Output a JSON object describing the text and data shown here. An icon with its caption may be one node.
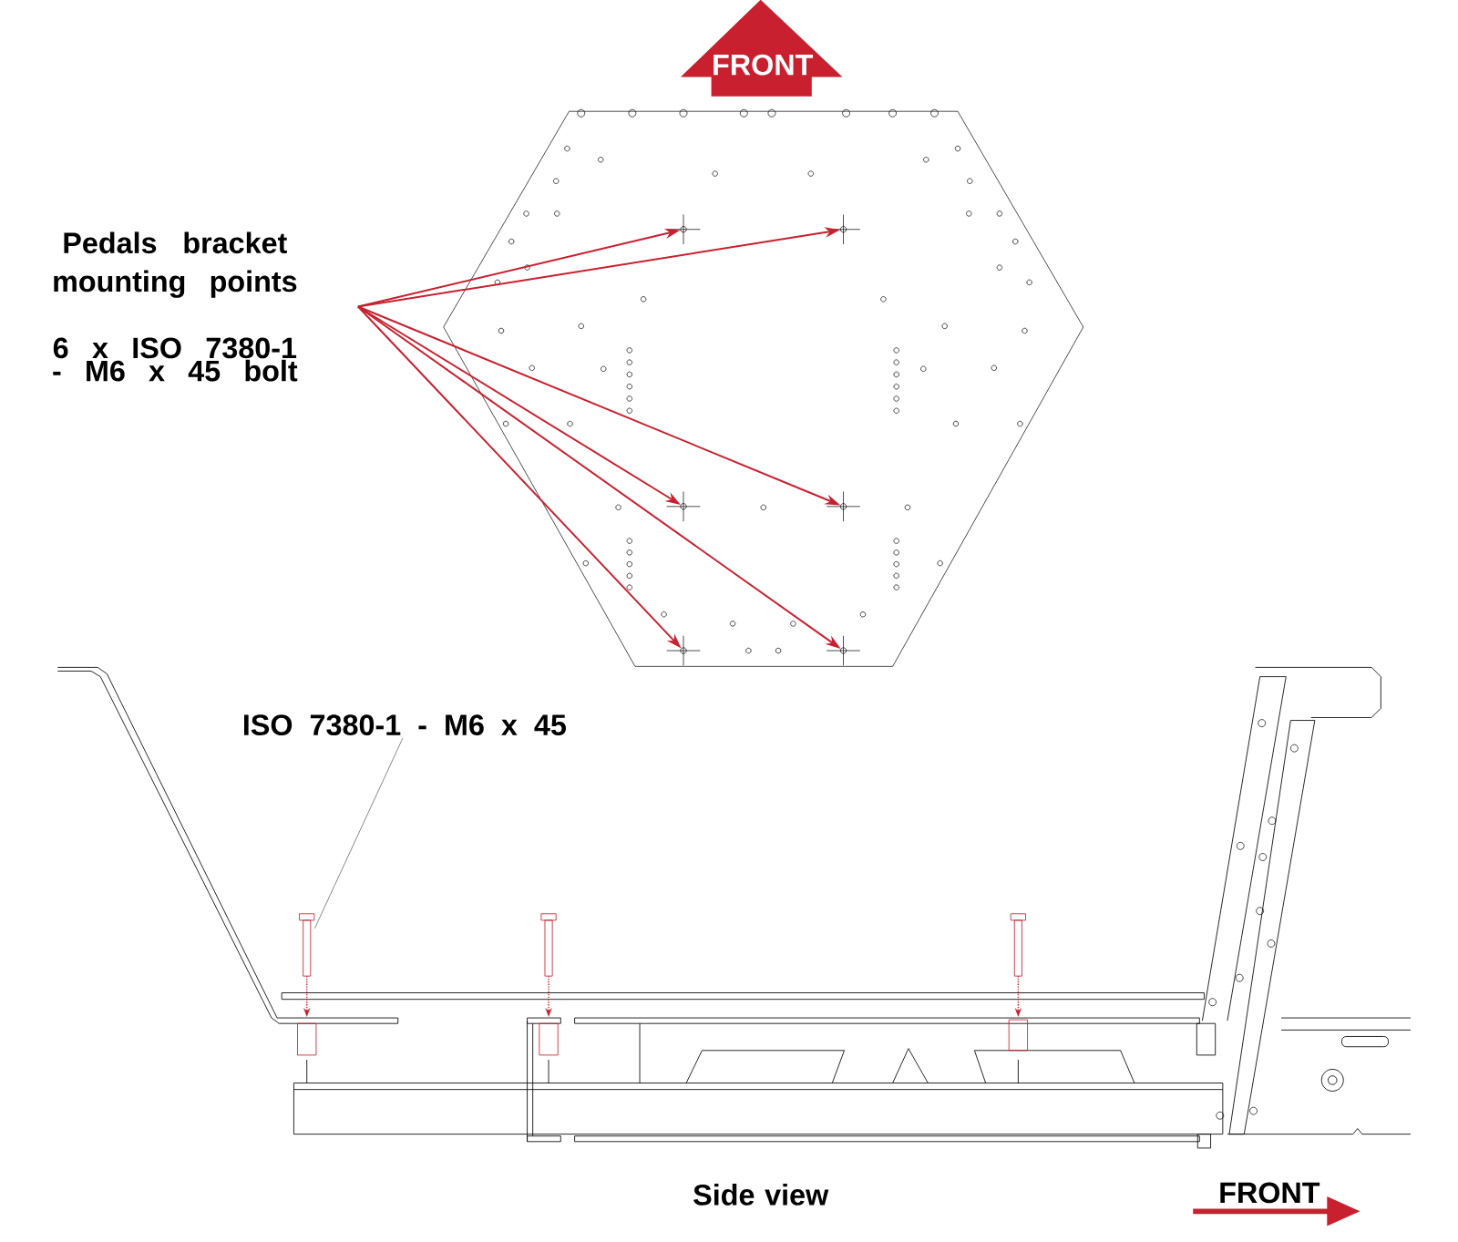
{
  "diagram": {
    "nodes": [
      {
        "text": [
          "Pedals bracket mounting points",
          "6 x ISO 7380-1 - M6 x 45 bolt"
        ]
      },
      {
        "text": [],
        "shape": "circle"
      },
      {
        "text": [],
        "shape": "circle"
      },
      {
        "text": [],
        "shape": "circle"
      },
      {
        "text": [],
        "shape": "circle"
      },
      {
        "text": [],
        "shape": "circle"
      },
      {
        "text": [],
        "shape": "circle"
      },
      {
        "text": [
          "ISO 7380-1 - M6 x 45"
        ]
      },
      {
        "text": [],
        "shape": "bolt"
      },
      {
        "text": [
          "FRONT"
        ]
      }
    ],
    "edges": [
      {
        "from": 0,
        "to": 1,
        "arrow": "to"
      },
      {
        "from": 0,
        "to": 2,
        "arrow": "to"
      },
      {
        "from": 0,
        "to": 3,
        "arrow": "to"
      },
      {
        "from": 0,
        "to": 4,
        "arrow": "to"
      },
      {
        "from": 0,
        "to": 5,
        "arrow": "to"
      },
      {
        "from": 0,
        "to": 6,
        "arrow": "to"
      },
      {
        "from": 7,
        "to": 8,
        "arrow": "none",
        "color": "#555555"
      }
    ],
    "labels": [
      "Side view",
      "FRONT"
    ]
  }
}
